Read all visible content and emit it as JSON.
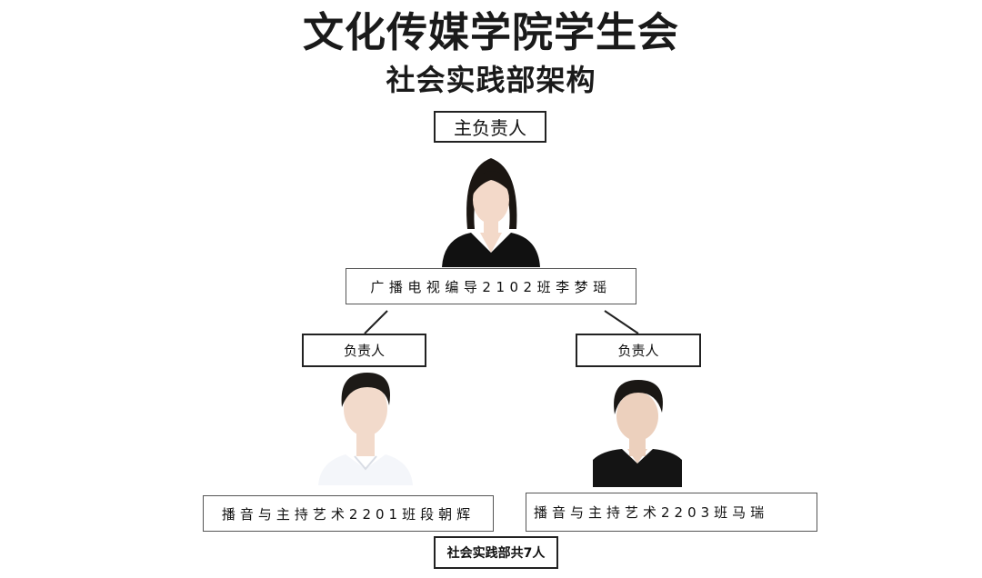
{
  "title": "文化传媒学院学生会",
  "subtitle": "社会实践部架构",
  "head": {
    "role": "主负责人",
    "name": "广播电视编导2102班李梦瑶"
  },
  "left": {
    "role": "负责人",
    "name": "播音与主持艺术2201班段朝辉"
  },
  "right": {
    "role": "负责人",
    "name": "播音与主持艺术2203班马瑞"
  },
  "footer": "社会实践部共7人",
  "colors": {
    "text": "#1a1a1a",
    "border": "#222222",
    "background": "#ffffff"
  },
  "portraits": [
    {
      "id": "head",
      "shirt": "#111111",
      "hair": "#1b1612",
      "skin": "#f3d9c9"
    },
    {
      "id": "left",
      "shirt": "#f4f6fa",
      "hair": "#1d1a17",
      "skin": "#f2dacb"
    },
    {
      "id": "right",
      "shirt": "#141414",
      "hair": "#1a1714",
      "skin": "#ecd0bd"
    }
  ]
}
